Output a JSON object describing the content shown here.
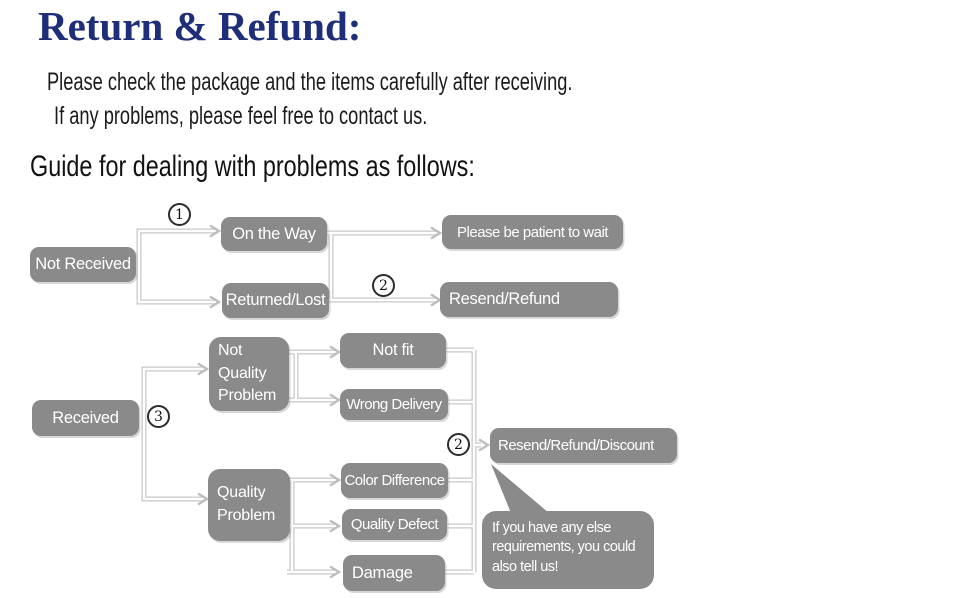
{
  "header": {
    "title": "Return & Refund:",
    "intro_line1": "Please check the package and the items carefully after receiving.",
    "intro_line2": "If any problems, please feel free to contact us.",
    "guide_heading": "Guide for dealing with problems as follows:"
  },
  "colors": {
    "title_text": "#1e2e78",
    "body_text": "#1b1b1b",
    "node_fill": "#8a8a8a",
    "node_text": "#ffffff",
    "connector": "#c9c9c9",
    "badge_border": "#2b2b2b"
  },
  "flowchart": {
    "nodes": {
      "not_received": "Not Received",
      "on_the_way": "On the Way",
      "returned_lost": "Returned/Lost",
      "please_wait": "Please be patient to wait",
      "resend_refund": "Resend/Refund",
      "received": "Received",
      "not_quality_problem": "Not Quality Problem",
      "not_fit": "Not fit",
      "wrong_delivery": "Wrong Delivery",
      "quality_problem": "Quality Problem",
      "color_difference": "Color Difference",
      "quality_defect": "Quality Defect",
      "damage": "Damage",
      "resend_refund_discount": "Resend/Refund/Discount"
    },
    "step_badges": {
      "one": "1",
      "two": "2",
      "three": "3"
    },
    "note_bubble": "If you have any else requirements, you could also tell us!"
  }
}
